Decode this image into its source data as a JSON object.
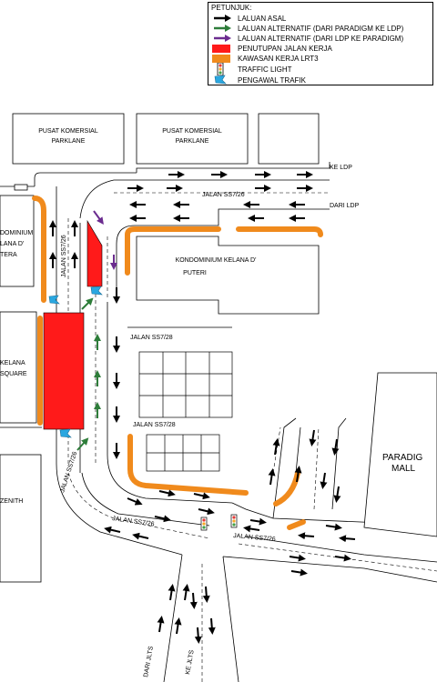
{
  "legend": {
    "title": "PETUNJUK:",
    "items": [
      {
        "symbol": "arrow",
        "color": "#000000",
        "label": "LALUAN ASAL"
      },
      {
        "symbol": "arrow",
        "color": "#2e7d3a",
        "label": "LALUAN ALTERNATIF (DARI PARADIGM KE LDP)"
      },
      {
        "symbol": "arrow",
        "color": "#6b2c8f",
        "label": "LALUAN ALTERNATIF (DARI LDP KE PARADIGM)"
      },
      {
        "symbol": "box",
        "color": "#ff1a1a",
        "label": "PENUTUPAN JALAN KERJA"
      },
      {
        "symbol": "box",
        "color": "#f08a1c",
        "label": "KAWASAN KERJA LRT3"
      },
      {
        "symbol": "traffic-light",
        "color": "#000000",
        "label": "TRAFFIC LIGHT"
      },
      {
        "symbol": "flag",
        "color": "#2aa7e0",
        "label": "PENGAWAL TRAFIK"
      }
    ]
  },
  "buildings": {
    "pusat_komersial_1": [
      "PUSAT KOMERSIAL",
      "PARKLANE"
    ],
    "pusat_komersial_2": [
      "PUSAT KOMERSIAL",
      "PARKLANE"
    ],
    "kondo_left": [
      "DOMINIUM",
      "LANA D'",
      "TERA"
    ],
    "kondo_kelana": [
      "KONDOMINIUM KELANA D'",
      "PUTERI"
    ],
    "kelana_square": [
      "KELANA",
      "SQUARE"
    ],
    "paradigm": [
      "PARADIG",
      "MALL"
    ],
    "zenith": "ZENITH"
  },
  "roads": {
    "ke_ldp": "KE LDP",
    "dari_ldp": "DARI LDP",
    "ss7_26_top": "JALAN SS7/26",
    "ss7_26_left": "JALAN SS7/26",
    "ss7_28_top": "JALAN SS7/28",
    "ss7_28_bottom": "JALAN SS7/28",
    "ss7_26_left_lower": "JALAN SS7/26",
    "ss7_26_bottom": "JALAN SS7/26",
    "ss7_26_bottom_right": "JALAN SS7/26",
    "dari_jlts": "DARI JLTS",
    "ke_jlts": "KE JLTS"
  },
  "colors": {
    "closure": "#ff1a1a",
    "lrt3": "#f08a1c",
    "alt_green": "#2e7d3a",
    "alt_purple": "#6b2c8f",
    "marshal": "#2aa7e0"
  }
}
